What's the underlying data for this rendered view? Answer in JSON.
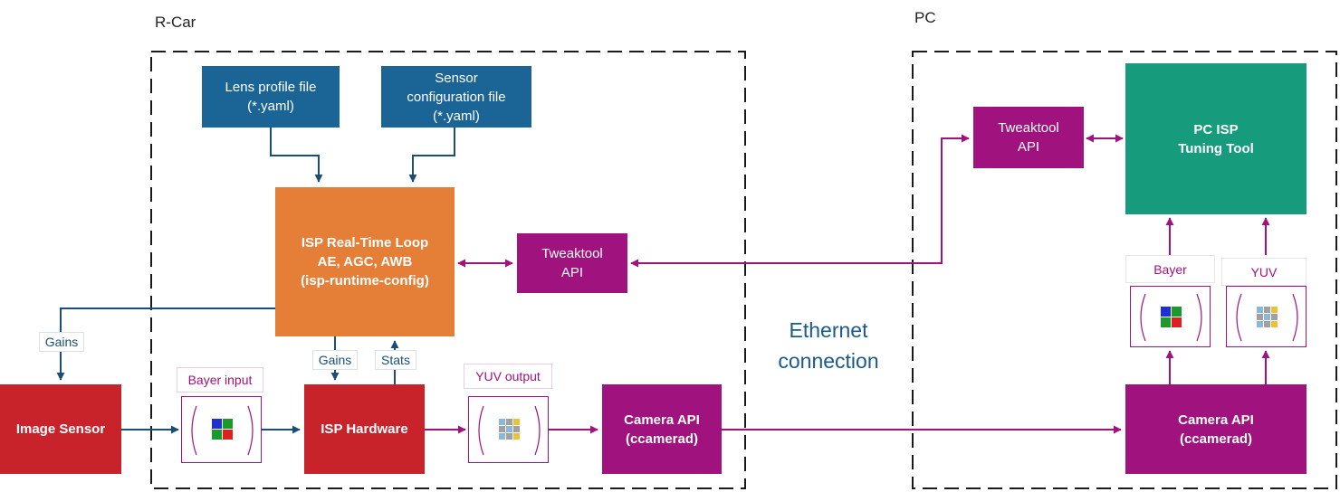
{
  "regions": {
    "rcar": "R-Car",
    "pc": "PC"
  },
  "blocks": {
    "lens_profile": [
      "Lens profile file",
      "(*.yaml)"
    ],
    "sensor_config": [
      "Sensor",
      "configuration file",
      "(*.yaml)"
    ],
    "isp_loop": [
      "ISP Real-Time Loop",
      "AE, AGC, AWB",
      "(isp-runtime-config)"
    ],
    "tweaktool_rcar": [
      "Tweaktool",
      "API"
    ],
    "image_sensor": [
      "Image Sensor"
    ],
    "isp_hardware": [
      "ISP Hardware"
    ],
    "camera_api_rcar": [
      "Camera API",
      "(ccamerad)"
    ],
    "tweaktool_pc": [
      "Tweaktool",
      "API"
    ],
    "pc_tuning_tool": [
      "PC ISP",
      "Tuning Tool"
    ],
    "camera_api_pc": [
      "Camera API",
      "(ccamerad)"
    ]
  },
  "labels": {
    "gains_left": "Gains",
    "gains_isp": "Gains",
    "stats": "Stats",
    "bayer_input": "Bayer input",
    "yuv_output": "YUV output",
    "bayer_pc": "Bayer",
    "yuv_pc": "YUV"
  },
  "ethernet": [
    "Ethernet",
    "connection"
  ],
  "icons": {
    "bayer": "bayer-pattern-icon",
    "yuv": "yuv-pattern-icon"
  },
  "colors": {
    "file_blue": "#1a6496",
    "isp_orange": "#e57f38",
    "hardware_red": "#c8232a",
    "api_purple": "#a0127e",
    "tool_teal": "#169b7d",
    "control_arrow_blue": "#1b4d7a"
  }
}
